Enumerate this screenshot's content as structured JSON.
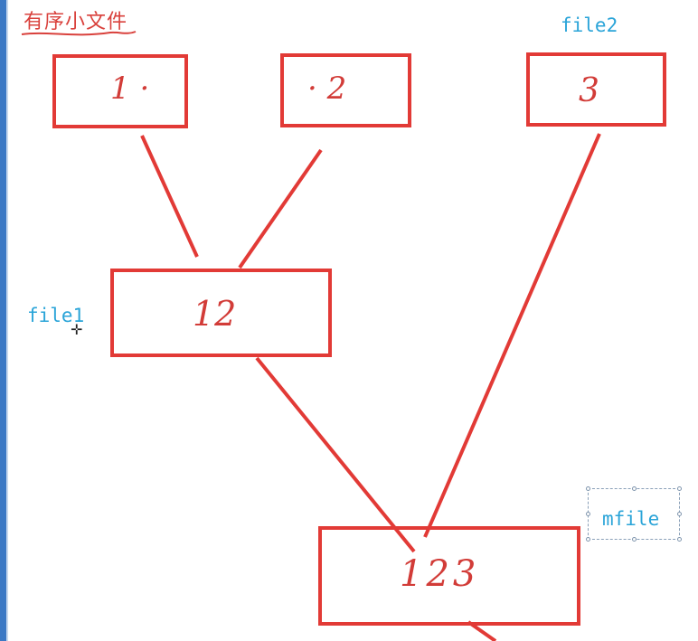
{
  "title": "有序小文件",
  "boxes": {
    "box1": "1 ·",
    "box2": "· 2",
    "box3": "3",
    "box12": "12",
    "box123": "123"
  },
  "labels": {
    "file1": "file1",
    "file2": "file2",
    "mfile": "mfile"
  },
  "colors": {
    "box_stroke": "#e23a36",
    "label_blue": "#2aa4d8",
    "title_red": "#d9413c"
  }
}
